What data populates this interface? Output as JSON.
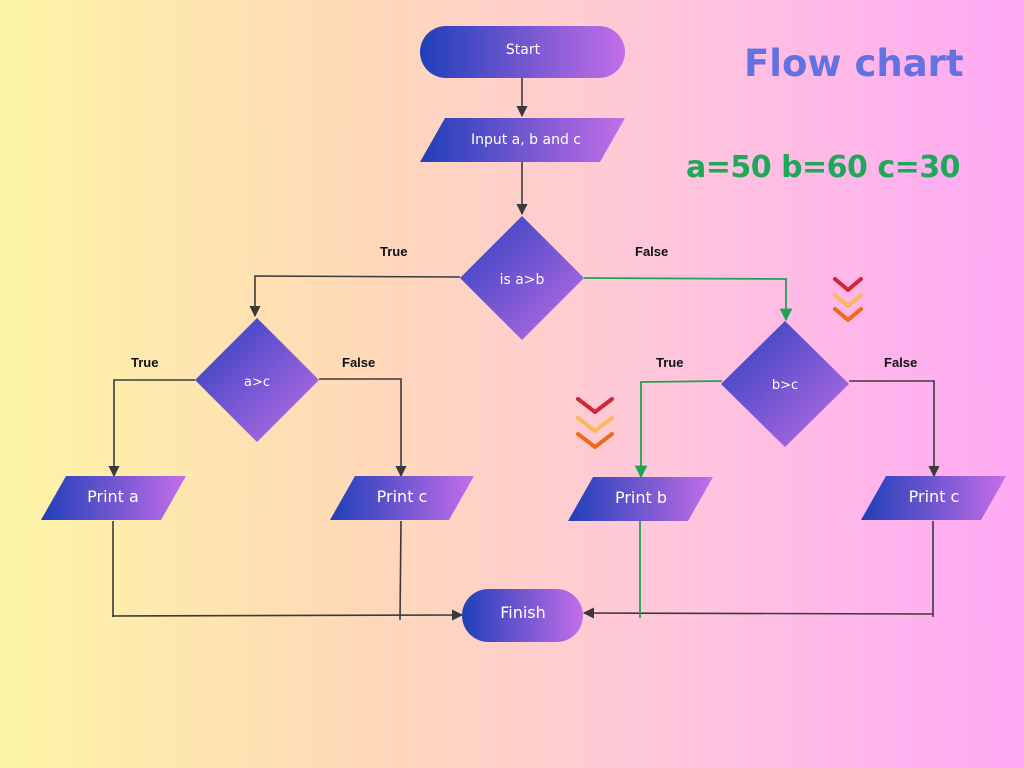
{
  "title": "Flow chart",
  "values": "a=50 b=60 c=30",
  "colors": {
    "title": "#6272e0",
    "values": "#1fa85a",
    "highlight_path": "#22a152",
    "line": "#3a3a3a",
    "node_start": "#1f3fb8",
    "node_end": "#c36ee8",
    "chevron_top": "#d8243a",
    "chevron_mid": "#f8b95a",
    "chevron_bottom": "#f06a1a"
  },
  "nodes": {
    "start": "Start",
    "input": "Input a, b and c",
    "decision_ab": "is a>b",
    "decision_ac": "a>c",
    "decision_bc": "b>c",
    "print_a": "Print a",
    "print_c_left": "Print c",
    "print_b": "Print b",
    "print_c_right": "Print c",
    "finish": "Finish"
  },
  "labels": {
    "ab_true": "True",
    "ab_false": "False",
    "ac_true": "True",
    "ac_false": "False",
    "bc_true": "True",
    "bc_false": "False"
  },
  "icons": [
    "triple-chevron-down-icon",
    "triple-chevron-down-icon"
  ]
}
